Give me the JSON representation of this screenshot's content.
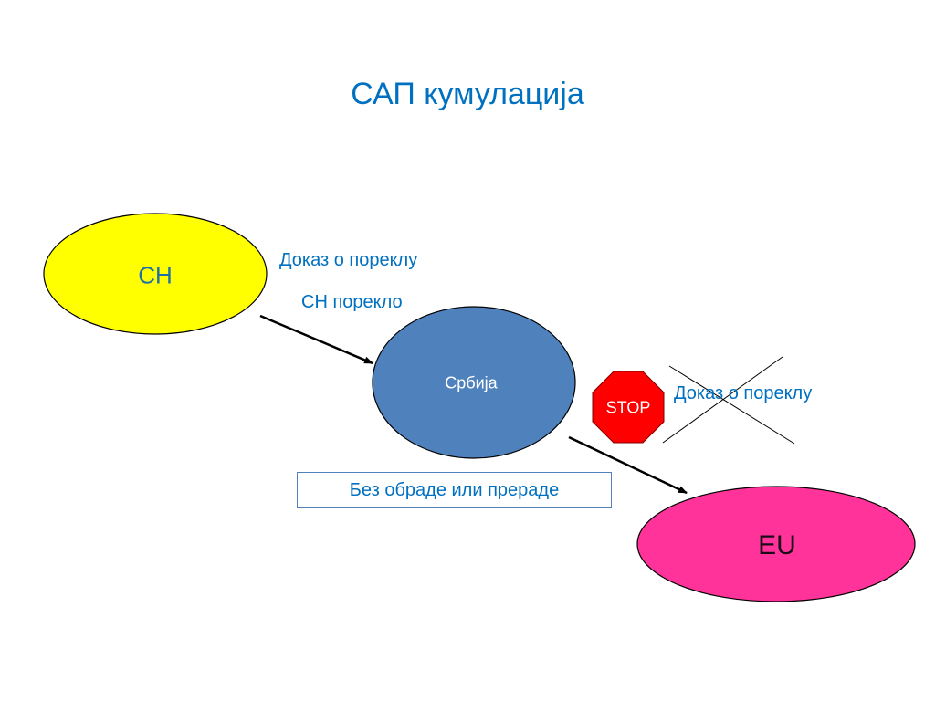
{
  "title": "САП кумулација",
  "colors": {
    "accent_text": "#0070c0",
    "ch_fill": "#ffff00",
    "serbia_fill": "#4f81bd",
    "eu_fill": "#ff3399",
    "stop_fill": "#ff0000"
  },
  "nodes": {
    "ch": {
      "label": "CH"
    },
    "serbia": {
      "label": "Србија"
    },
    "eu": {
      "label": "EU"
    }
  },
  "labels": {
    "proof_of_origin_1": "Доказ о пореклу",
    "ch_origin": "CH  порекло",
    "proof_of_origin_2": "Доказ о пореклу",
    "no_processing": "Без обраде или прераде"
  },
  "stop_sign": {
    "label": "STOP"
  }
}
